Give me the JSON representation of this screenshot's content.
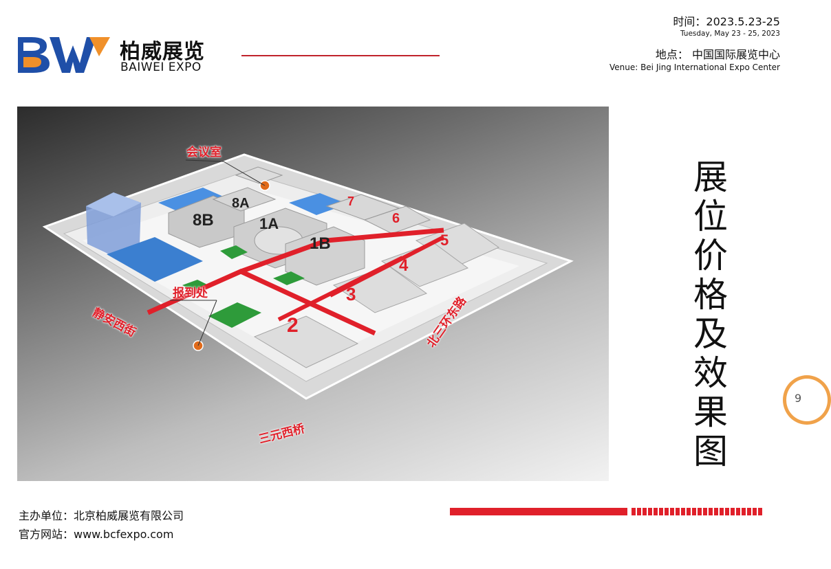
{
  "header": {
    "logo_letters": "BW",
    "brand_cn": "柏威展览",
    "brand_en": "BAIWEI EXPO",
    "time_label": "时间：2023.5.23-25",
    "time_en": "Tuesday,  May 23 - 25, 2023",
    "venue_label": "地点：  中国国际展览中心",
    "venue_en": "Venue: Bei Jing International Expo Center"
  },
  "map": {
    "labels": {
      "meeting_room": "会议室",
      "registration": "报到处",
      "road_west": "静安西街",
      "road_south": "三元西桥",
      "road_east": "北三环东路"
    },
    "halls": [
      "8A",
      "8B",
      "1A",
      "1B",
      "7",
      "6",
      "5",
      "4",
      "3",
      "2"
    ]
  },
  "title_chars": [
    "展",
    "位",
    "价",
    "格",
    "及",
    "效",
    "果",
    "图"
  ],
  "side_badge_text": "9",
  "footer": {
    "organizer": "主办单位：北京柏威展览有限公司",
    "website": "官方网站：www.bcfexpo.com"
  },
  "colors": {
    "accent_red": "#e0202a",
    "logo_blue": "#1f4fa8",
    "logo_orange": "#f0902a",
    "header_line": "#c0222b"
  }
}
